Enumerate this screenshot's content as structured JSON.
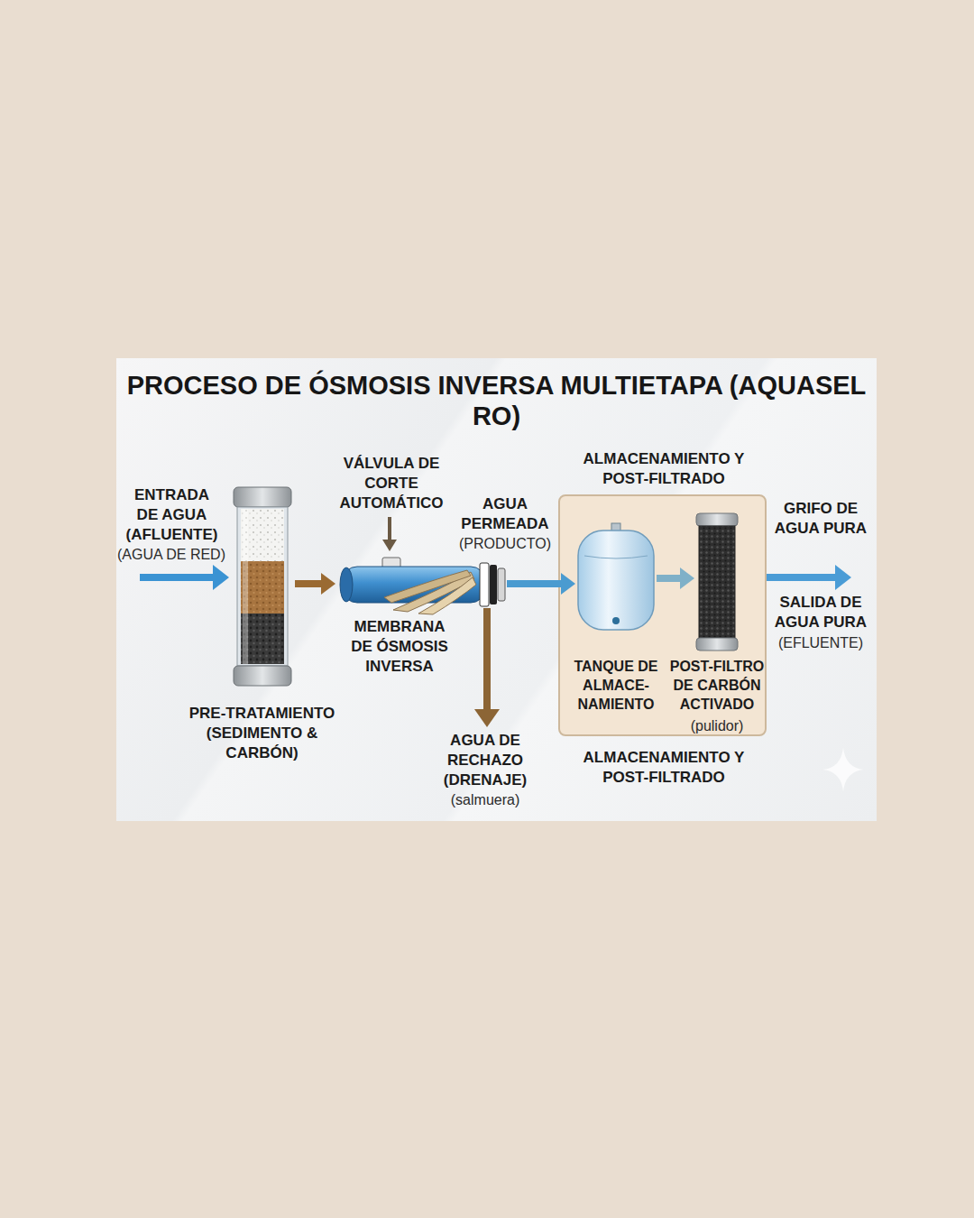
{
  "diagram": {
    "title": "PROCESO DE ÓSMOSIS INVERSA MULTIETAPA (AQUASEL RO)",
    "nodes": [
      {
        "text": [
          "PRE-TRATAMIENTO (SEDIMENTO & CARBÓN)"
        ]
      },
      {
        "text": [
          "MEMBRANA DE ÓSMOSIS INVERSA"
        ]
      },
      {
        "text": [
          "ALMACENAMIENTO Y POST-FILTRADO",
          "ALMACENAMIENTO Y POST-FILTRADO"
        ]
      },
      {
        "text": [
          "TANQUE DE ALMACE- NAMIENTO"
        ],
        "in": 2
      },
      {
        "text": [
          "POST-FILTRO DE CARBÓN ACTIVADO",
          "(pulidor)"
        ],
        "in": 2
      }
    ],
    "edges": [
      {
        "from": 0,
        "to": 1,
        "arrow": "to"
      },
      {
        "from": 1,
        "to": 3,
        "label": "AGUA PERMEADA",
        "arrow": "to"
      },
      {
        "from": 3,
        "to": 4,
        "arrow": "to"
      }
    ],
    "labels": [
      "ENTRADA DE AGUA (AFLUENTE)",
      "(AGUA DE RED)",
      "VÁLVULA DE CORTE AUTOMÁTICO",
      "(PRODUCTO)",
      "AGUA DE RECHAZO (DRENAJE)",
      "(salmuera)",
      "GRIFO DE AGUA PURA",
      "SALIDA DE AGUA PURA",
      "(EFLUENTE)"
    ]
  }
}
